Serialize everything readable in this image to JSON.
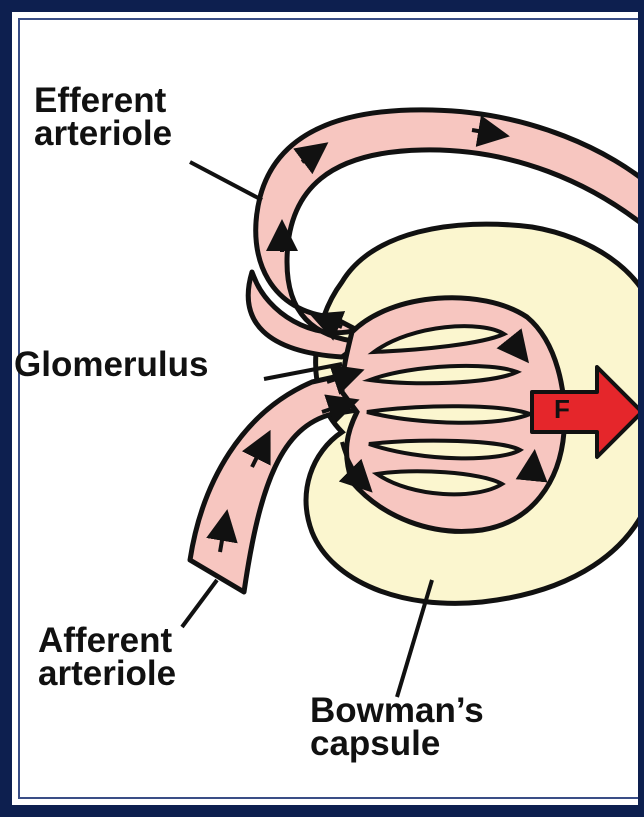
{
  "labels": {
    "efferent": [
      "Efferent",
      "arteriole"
    ],
    "glomerulus": "Glomerulus",
    "afferent": [
      "Afferent",
      "arteriole"
    ],
    "bowman": [
      "Bowman’s",
      "capsule"
    ],
    "filtration": "F"
  },
  "colors": {
    "frame": "#0d1f4f",
    "vessel": "#f7c6c0",
    "capsule": "#fbf6cf",
    "filtration_arrow": "#e5262b",
    "outline": "#111111"
  }
}
